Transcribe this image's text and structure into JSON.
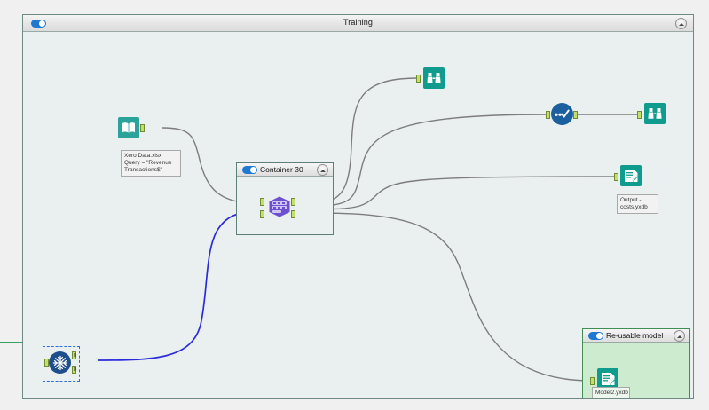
{
  "window": {
    "title": "Training",
    "toggle_state": "on",
    "collapse_icon": "chevron-up-icon",
    "toggle_icon": "toggle-switch-icon"
  },
  "containers": [
    {
      "id": "container-30",
      "title": "Container 30",
      "toggle_state": "on",
      "collapse_icon": "chevron-up-icon",
      "background_color": "#eaeff0",
      "border_color": "#5d7f78"
    },
    {
      "id": "container-reusable",
      "title": "Re-usable model",
      "toggle_state": "on",
      "collapse_icon": "chevron-up-icon",
      "background_color": "#cdeccf",
      "border_color": "#3f8f54"
    }
  ],
  "nodes": [
    {
      "id": "input-xero",
      "icon": "book-input-data-icon",
      "tool_type": "Input Data",
      "label": "Xero Data.xlsx\nQuery = \"Revenue\nTransactions$\"",
      "color": "#2aa39a",
      "selected": false
    },
    {
      "id": "macro-container-tool",
      "icon": "macro-hex-icon",
      "tool_type": "Macro",
      "label": "",
      "color": "#6a4fc4",
      "selected": false,
      "anchors": [
        "L",
        "R",
        "I",
        "M"
      ]
    },
    {
      "id": "browse-top",
      "icon": "binoculars-browse-icon",
      "tool_type": "Browse",
      "label": "",
      "color": "#0f9b8e",
      "selected": false
    },
    {
      "id": "score-tool",
      "icon": "score-check-circle-icon",
      "tool_type": "Score",
      "label": "",
      "color": "#1b5f9e",
      "selected": false
    },
    {
      "id": "browse-right",
      "icon": "binoculars-browse-icon",
      "tool_type": "Browse",
      "label": "",
      "color": "#0f9b8e",
      "selected": false
    },
    {
      "id": "output-costs",
      "icon": "document-output-icon",
      "tool_type": "Output Data",
      "label": "Output -\ncosts.yxdb",
      "color": "#0f9b8e",
      "selected": false
    },
    {
      "id": "output-model2",
      "icon": "document-output-icon",
      "tool_type": "Output Data",
      "label": "Model2.yxdb",
      "color": "#0f9b8e",
      "selected": false
    },
    {
      "id": "macro-selected",
      "icon": "snowflake-macro-icon",
      "tool_type": "Macro",
      "label": "",
      "color": "#1f4e8c",
      "selected": true,
      "anchors": [
        "U",
        "D"
      ]
    }
  ],
  "connections": {
    "default_color": "#7d7d7d",
    "selected_color": "#2b2bdc",
    "incoming_color": "#37a063"
  }
}
